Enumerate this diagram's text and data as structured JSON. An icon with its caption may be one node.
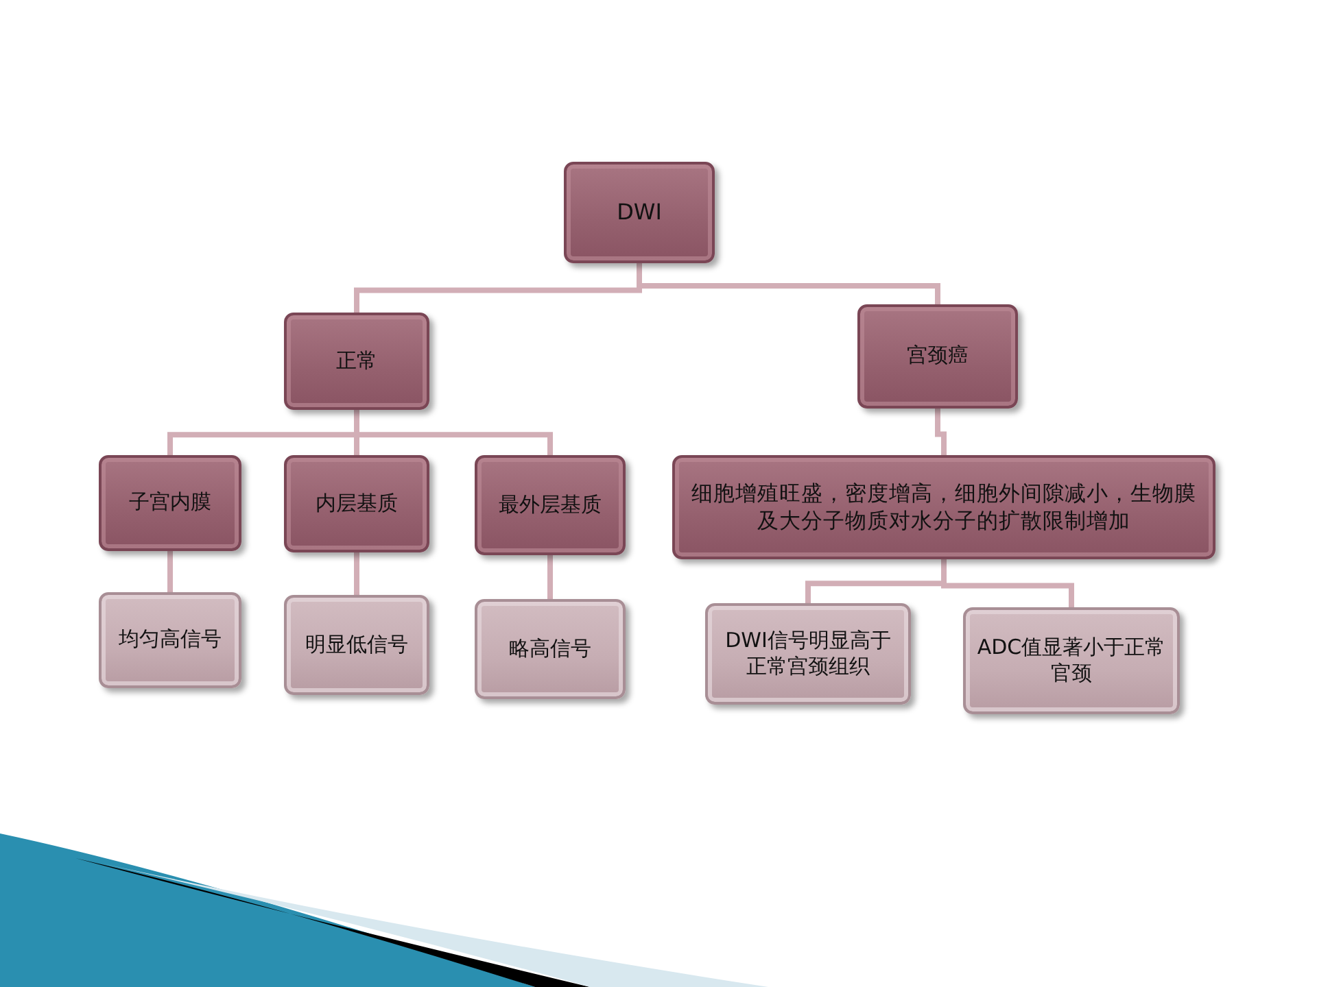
{
  "diagram": {
    "nodes": [
      {
        "text": [
          "DWI"
        ]
      },
      {
        "text": [
          "正常"
        ]
      },
      {
        "text": [
          "宫颈癌"
        ]
      },
      {
        "text": [
          "子宫内膜"
        ]
      },
      {
        "text": [
          "内层基质"
        ]
      },
      {
        "text": [
          "最外层基质"
        ]
      },
      {
        "text": [
          "细胞增殖旺盛，密度增高，细胞外间隙减小，生物膜及大分子物质对水分子的扩散限制增加"
        ]
      },
      {
        "text": [
          "均匀高信号"
        ]
      },
      {
        "text": [
          "明显低信号"
        ]
      },
      {
        "text": [
          "略高信号"
        ]
      },
      {
        "text": [
          "DWI信号明显高于正常宫颈组织"
        ]
      },
      {
        "text": [
          "ADC值显著小于正常官颈"
        ]
      }
    ],
    "edges": [
      {
        "from": 0,
        "to": 1,
        "arrow": "none"
      },
      {
        "from": 0,
        "to": 2,
        "arrow": "none"
      },
      {
        "from": 1,
        "to": 3,
        "arrow": "none"
      },
      {
        "from": 1,
        "to": 4,
        "arrow": "none"
      },
      {
        "from": 1,
        "to": 5,
        "arrow": "none"
      },
      {
        "from": 2,
        "to": 6,
        "arrow": "none"
      },
      {
        "from": 3,
        "to": 7,
        "arrow": "none"
      },
      {
        "from": 4,
        "to": 8,
        "arrow": "none"
      },
      {
        "from": 5,
        "to": 9,
        "arrow": "none"
      },
      {
        "from": 6,
        "to": 10,
        "arrow": "none"
      },
      {
        "from": 6,
        "to": 11,
        "arrow": "none"
      }
    ]
  }
}
